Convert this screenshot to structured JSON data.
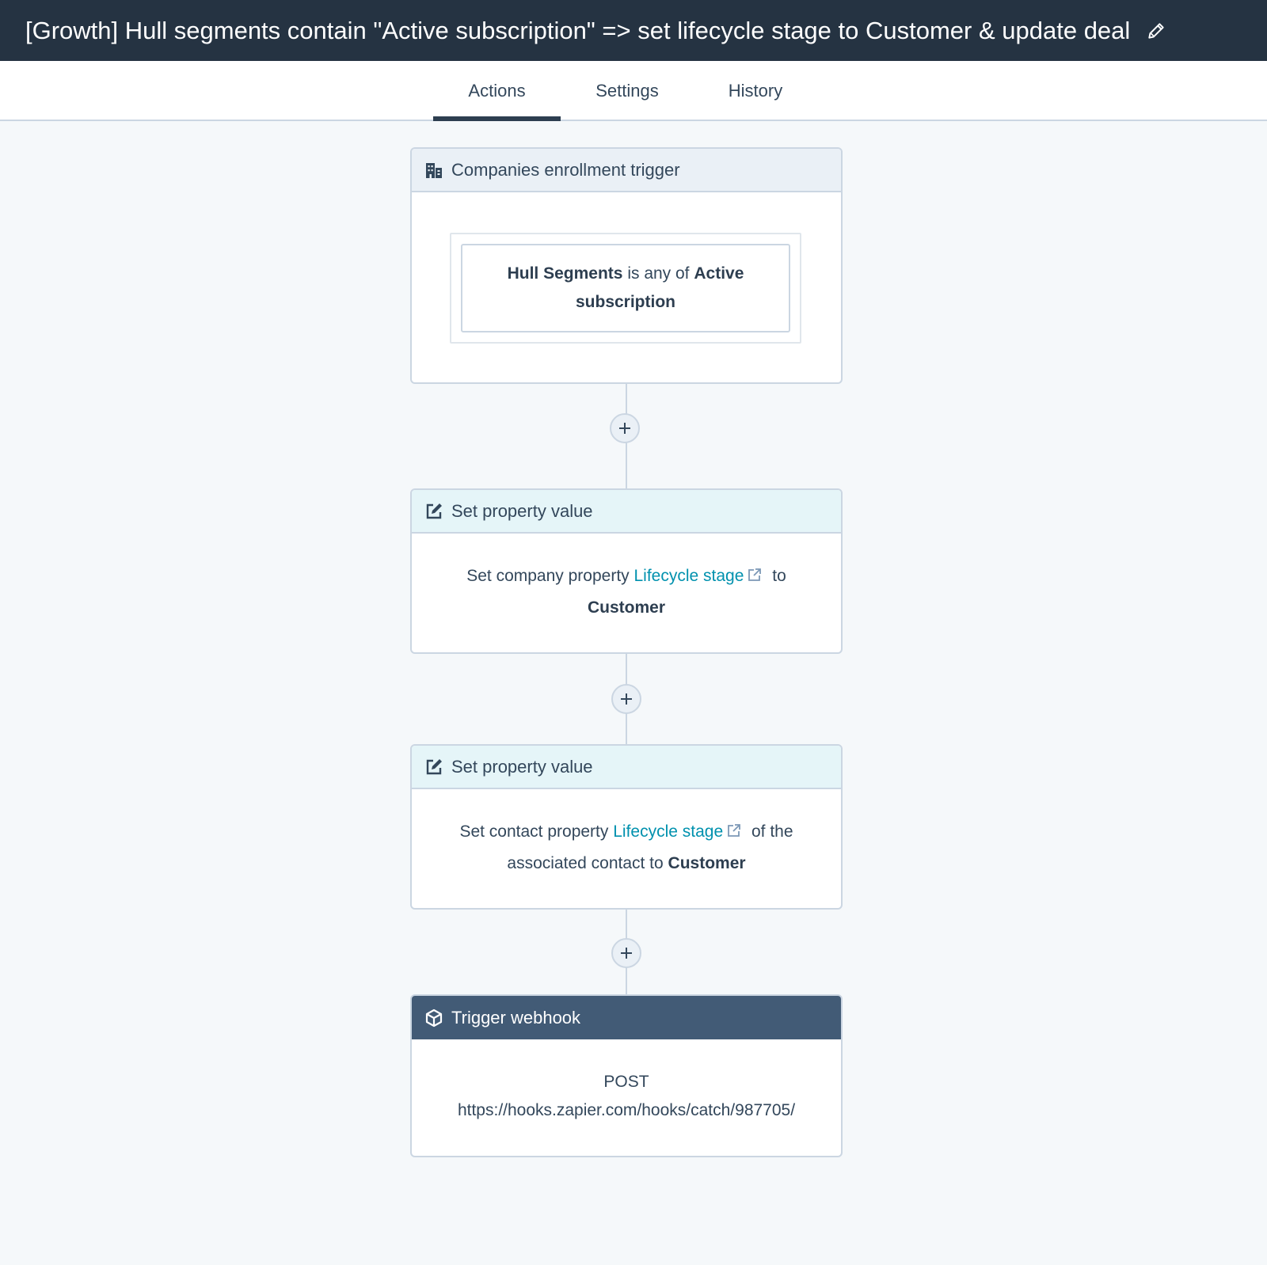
{
  "header": {
    "title": "[Growth] Hull segments contain \"Active subscription\" => set lifecycle stage to Customer & update deal",
    "edit_icon": "pencil-icon"
  },
  "tabs": [
    {
      "label": "Actions",
      "active": true
    },
    {
      "label": "Settings",
      "active": false
    },
    {
      "label": "History",
      "active": false
    }
  ],
  "workflow": {
    "trigger": {
      "icon": "building-icon",
      "title": "Companies enrollment trigger",
      "filter": {
        "property": "Hull Segments",
        "operator": "is any of",
        "value": "Active subscription"
      }
    },
    "actions": [
      {
        "icon": "edit-square-icon",
        "title": "Set property value",
        "prefix": "Set company property",
        "property": "Lifecycle stage",
        "middle": "to",
        "value": "Customer"
      },
      {
        "icon": "edit-square-icon",
        "title": "Set property value",
        "prefix": "Set contact property",
        "property": "Lifecycle stage",
        "middle": "of the associated contact to",
        "value": "Customer"
      },
      {
        "icon": "cube-icon",
        "title": "Trigger webhook",
        "method": "POST",
        "url": "https://hooks.zapier.com/hooks/catch/987705/"
      }
    ]
  },
  "colors": {
    "topbar": "#253342",
    "link": "#0091ae",
    "webhook_header": "#425b76",
    "background": "#f5f8fa"
  }
}
